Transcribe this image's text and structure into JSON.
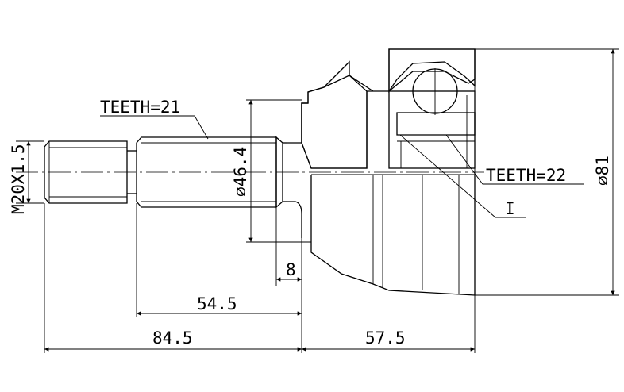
{
  "labels": {
    "teeth_spline": "TEETH=21",
    "teeth_outer": "TEETH=22",
    "detail_marker": "I",
    "thread": "M20X1.5",
    "shaft_diameter": "⌀46.4",
    "housing_diameter": "⌀81",
    "shoulder_width": "8",
    "length_54_5": "54.5",
    "length_84_5": "84.5",
    "length_57_5": "57.5"
  }
}
